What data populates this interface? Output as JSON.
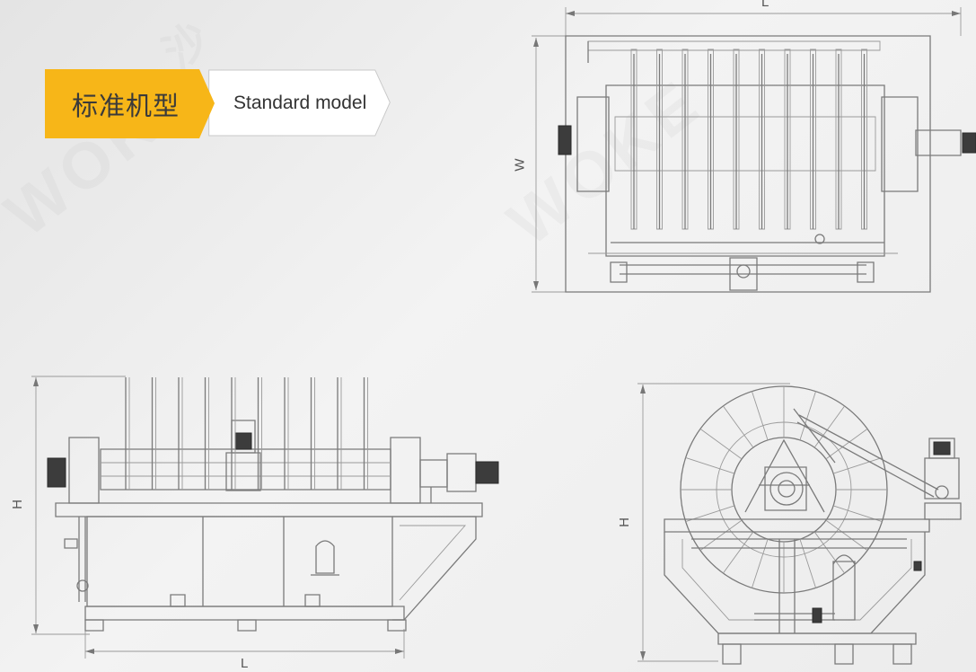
{
  "badge": {
    "title_cn": "标准机型",
    "title_en": "Standard model",
    "accent_color": "#f7b618"
  },
  "dimensions": {
    "top_view_length": "L",
    "top_view_width": "W",
    "front_view_height": "H",
    "front_view_length": "L",
    "side_view_height": "H"
  },
  "watermark": {
    "text": "WOKE",
    "text_cn": "沙"
  }
}
